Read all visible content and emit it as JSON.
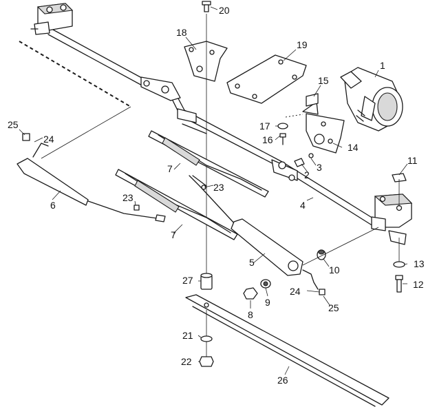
{
  "callouts": {
    "c1": "1",
    "c2": "2",
    "c3": "3",
    "c4": "4",
    "c5": "5",
    "c6": "6",
    "c7a": "7",
    "c7b": "7",
    "c8": "8",
    "c9": "9",
    "c10": "10",
    "c11": "11",
    "c12": "12",
    "c13": "13",
    "c14": "14",
    "c15": "15",
    "c16": "16",
    "c17": "17",
    "c18": "18",
    "c19": "19",
    "c20": "20",
    "c21": "21",
    "c22": "22",
    "c23a": "23",
    "c23b": "23",
    "c24a": "24",
    "c24b": "24",
    "c25a": "25",
    "c25b": "25",
    "c26": "26",
    "c27": "27"
  },
  "colors": {
    "line": "#1a1a1a",
    "shade": "#d9d9d9",
    "background": "#ffffff"
  }
}
